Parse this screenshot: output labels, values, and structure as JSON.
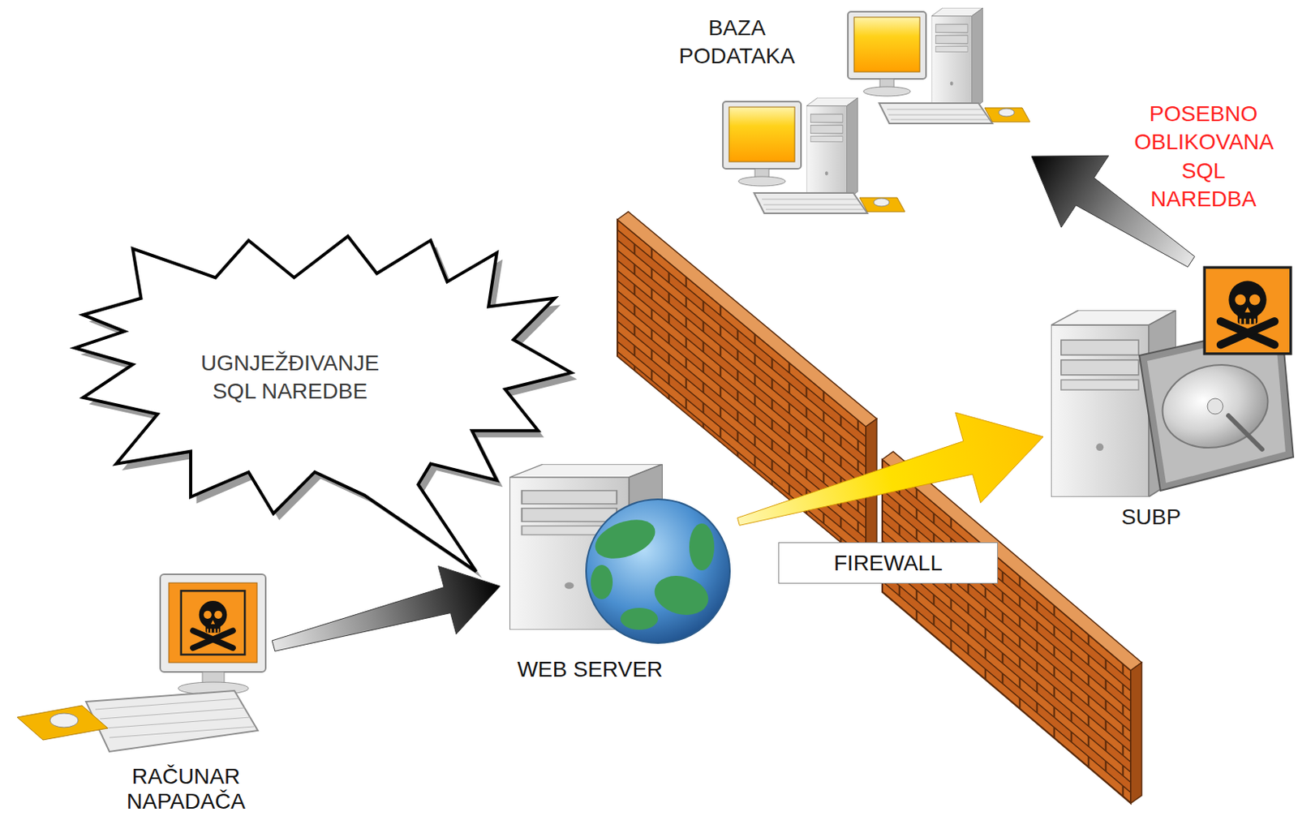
{
  "diagram": {
    "nodes": [
      {
        "text": [
          "BAZA PODATAKA"
        ]
      },
      {
        "text": [
          "UGNJEŽĐIVANJE SQL NAREDBE"
        ]
      },
      {
        "text": [
          "SUBP"
        ]
      },
      {
        "text": [
          "WEB SERVER"
        ]
      },
      {
        "text": [
          "FIREWALL"
        ]
      },
      {
        "text": [
          "RAČUNAR NAPADAČA"
        ]
      }
    ],
    "edges": [
      {
        "from": 5,
        "to": 3,
        "arrow": "to"
      },
      {
        "from": 3,
        "to": 2,
        "arrow": "to"
      },
      {
        "from": 2,
        "to": 0,
        "arrow": "to",
        "label": "POSEBNO OBLIKOVANA SQL NAREDBA"
      }
    ]
  }
}
